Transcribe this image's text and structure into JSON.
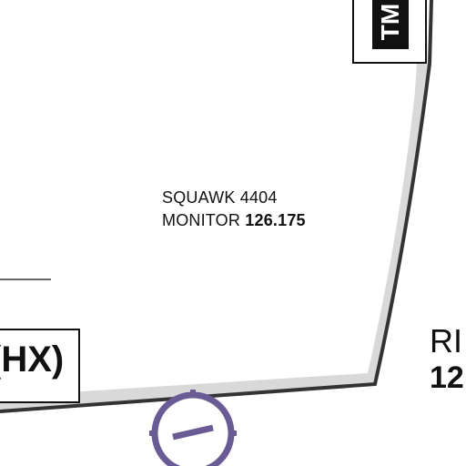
{
  "notes": {
    "squawk_label": "SQUAWK",
    "squawk_code": "4404",
    "monitor_label": "MONITOR",
    "monitor_freq": "126.175"
  },
  "boxes": {
    "top_right_label": "TM",
    "left_label": "(HX)"
  },
  "right_edge": {
    "text_line1": "RI",
    "text_line2": "12"
  },
  "symbols": {
    "navaid_icon": "vor-symbol-icon",
    "navaid_color": "#6b5b95"
  },
  "colors": {
    "boundary_dark": "#333333",
    "boundary_shade": "#d9d9d9"
  }
}
